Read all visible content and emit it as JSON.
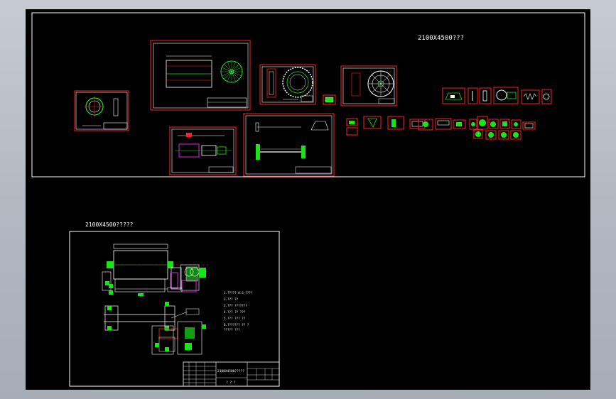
{
  "app": {
    "canvas_background": "#000000",
    "frame_background": "#b8bec6"
  },
  "drawing": {
    "sheet_top": {
      "title_text": "2100X4500???",
      "frame_color": "#ffffff",
      "border_color": "#ff0000"
    },
    "sheet_bottom": {
      "title_text": "2100X4500?????",
      "title_block_name": "2100X4500?????",
      "title_block_footer": "? ? ?",
      "tech_notes": [
        "1.????? 0.5-????",
        "2.??? ??",
        "3.??? ???????",
        "4.??? ?? ???",
        "5.??? ??? ??",
        "6.??????? ?? ?",
        "   ????? ???"
      ]
    },
    "colors": {
      "red": "#ff2020",
      "green": "#18e418",
      "white": "#ffffff",
      "magenta": "#e020e0",
      "yellow": "#f0f000",
      "cyan": "#20d0e0"
    }
  }
}
